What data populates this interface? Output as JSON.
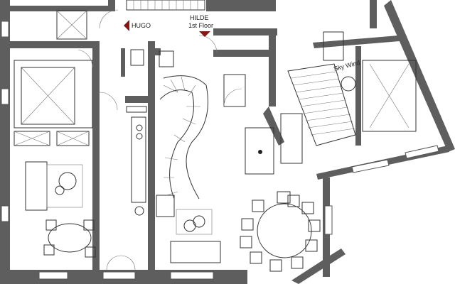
{
  "labels": {
    "hugo": "HUGO",
    "hilde": "HILDE",
    "floor": "1st Floor",
    "sky_window": "Sky Wind"
  },
  "colors": {
    "wall": "#5e5e5e",
    "marker": "#8b1414"
  }
}
